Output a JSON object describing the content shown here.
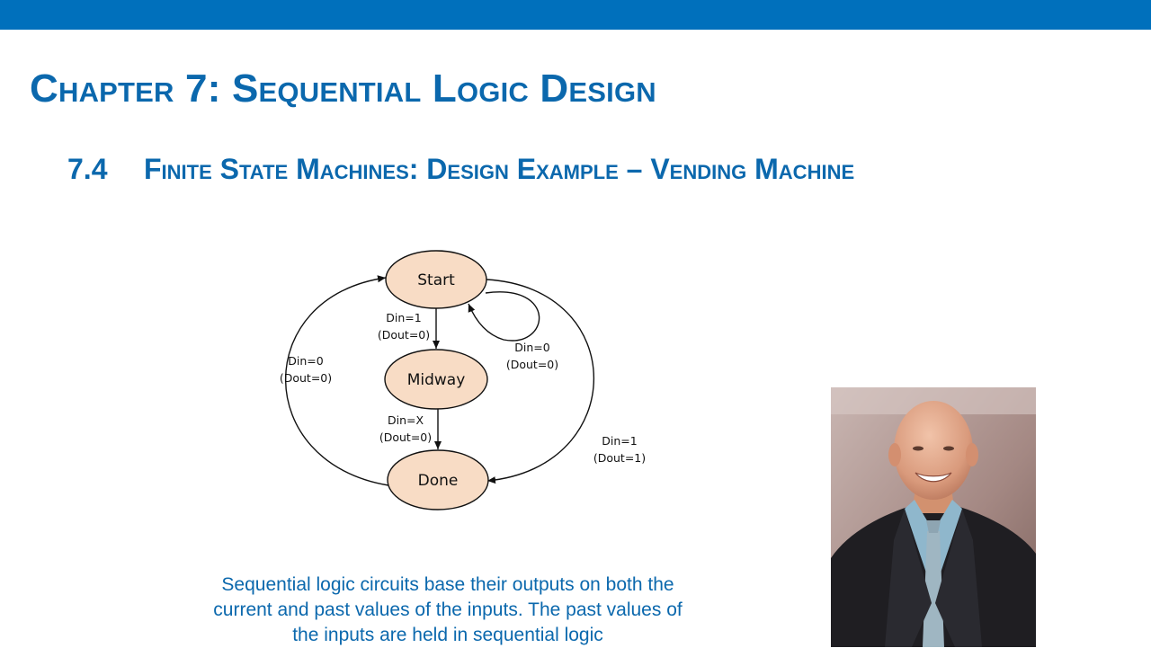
{
  "slide": {
    "chapter_title": "Chapter 7: Sequential Logic Design",
    "section_number": "7.4",
    "section_title": "Finite State Machines: Design Example – Vending Machine",
    "caption": "Sequential logic circuits base their outputs on both the current and past values of the inputs.  The past values of the inputs are held in sequential logic"
  },
  "diagram": {
    "states": {
      "start": "Start",
      "midway": "Midway",
      "done": "Done"
    },
    "transitions": {
      "start_to_midway": {
        "input": "Din=1",
        "output": "(Dout=0)"
      },
      "start_self_loop": {
        "input": "Din=0",
        "output": "(Dout=0)"
      },
      "midway_to_done": {
        "input": "Din=X",
        "output": "(Dout=0)"
      },
      "done_to_start": {
        "input": "Din=0",
        "output": "(Dout=0)"
      },
      "start_to_done": {
        "input": "Din=1",
        "output": "(Dout=1)"
      }
    }
  },
  "colors": {
    "top_bar": "#0070bc",
    "title_text": "#0b68ad",
    "state_fill": "#f8dcc5"
  },
  "icons": {
    "presenter_photo": "presenter-photo"
  }
}
